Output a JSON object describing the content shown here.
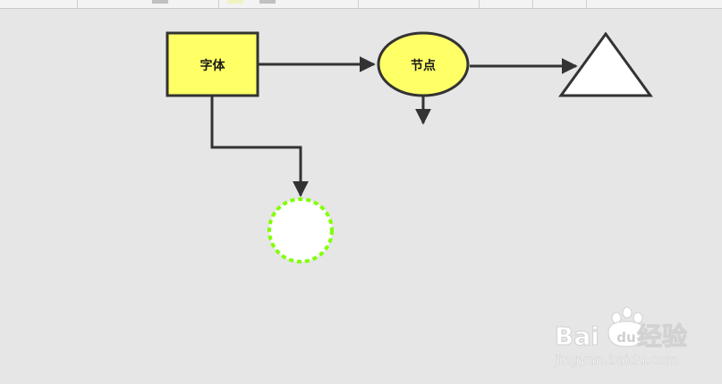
{
  "diagram": {
    "nodes": {
      "font_box": {
        "label": "字体",
        "fill": "#ffff66",
        "stroke": "#333333"
      },
      "node_ellipse": {
        "label": "节点",
        "fill": "#ffff66",
        "stroke": "#333333"
      },
      "triangle": {
        "fill": "#ffffff",
        "stroke": "#333333"
      },
      "dashed_circle": {
        "fill": "#ffffff",
        "stroke": "#80ff00"
      }
    },
    "edge_color": "#333333"
  },
  "watermark": {
    "brand": "Bai",
    "brand_suffix": "经验",
    "paw_text": "du",
    "url": "jingyan.baidu.com"
  },
  "colors": {
    "canvas_bg": "#e6e6e6"
  }
}
